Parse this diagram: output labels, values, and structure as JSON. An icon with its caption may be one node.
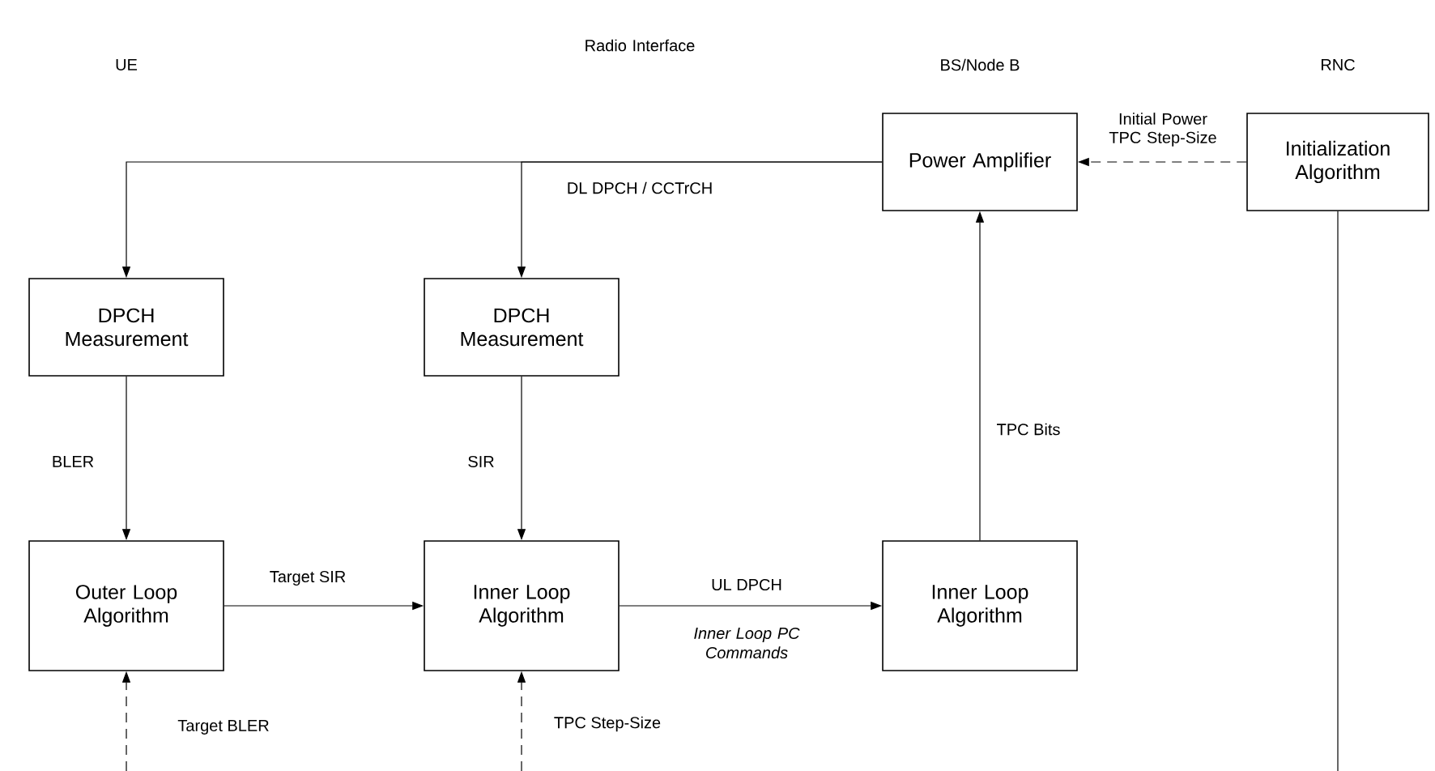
{
  "diagram": {
    "nodes": [
      {
        "text": [
          "Power Amplifier"
        ]
      },
      {
        "text": [
          "Initialization Algorithm"
        ]
      },
      {
        "text": [
          "DPCH Measurement"
        ]
      },
      {
        "text": [
          "DPCH Measurement"
        ]
      },
      {
        "text": [
          "Outer Loop Algorithm"
        ]
      },
      {
        "text": [
          "Inner Loop Algorithm"
        ]
      },
      {
        "text": [
          "Inner Loop Algorithm"
        ]
      }
    ],
    "edges": [
      {
        "from": 0,
        "to": 2,
        "arrow": "to",
        "label": "DL DPCH / CCTrCH"
      },
      {
        "from": 0,
        "to": 3,
        "arrow": "to"
      },
      {
        "from": 1,
        "to": 0,
        "arrow": "to",
        "style": "dashed",
        "label": "Initial Power TPC Step-Size"
      },
      {
        "from": 2,
        "to": 4,
        "arrow": "to",
        "label": "BLER"
      },
      {
        "from": 3,
        "to": 5,
        "arrow": "to",
        "label": "SIR"
      },
      {
        "from": 4,
        "to": 5,
        "arrow": "to",
        "label": "Target SIR"
      },
      {
        "from": 5,
        "to": 6,
        "arrow": "to",
        "label": "UL DPCH"
      },
      {
        "from": 6,
        "to": 0,
        "arrow": "to",
        "label": "TPC Bits"
      },
      {
        "from": null,
        "to": 4,
        "arrow": "to",
        "style": "dashed",
        "label": "Target BLER"
      },
      {
        "from": null,
        "to": 5,
        "arrow": "to",
        "style": "dashed",
        "label": "TPC Step-Size"
      },
      {
        "from": 1,
        "to": null,
        "arrow": "none"
      }
    ],
    "labels": [
      "UE",
      "Radio Interface",
      "BS/Node B",
      "RNC",
      "Inner Loop PC Commands"
    ]
  }
}
